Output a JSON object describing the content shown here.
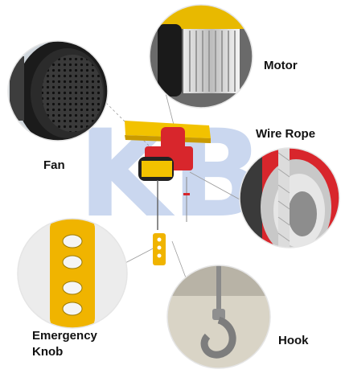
{
  "labels": {
    "motor": "Motor",
    "wire_rope": "Wire Rope",
    "fan": "Fan",
    "emergency_knob": "Emergency\nKnob",
    "hook": "Hook"
  },
  "watermark": "KB",
  "colors": {
    "hoist_yellow": "#f2c200",
    "hoist_red": "#d8262c",
    "pendant_yellow": "#f0b400",
    "watermark_blue": "#9fb8e2"
  }
}
